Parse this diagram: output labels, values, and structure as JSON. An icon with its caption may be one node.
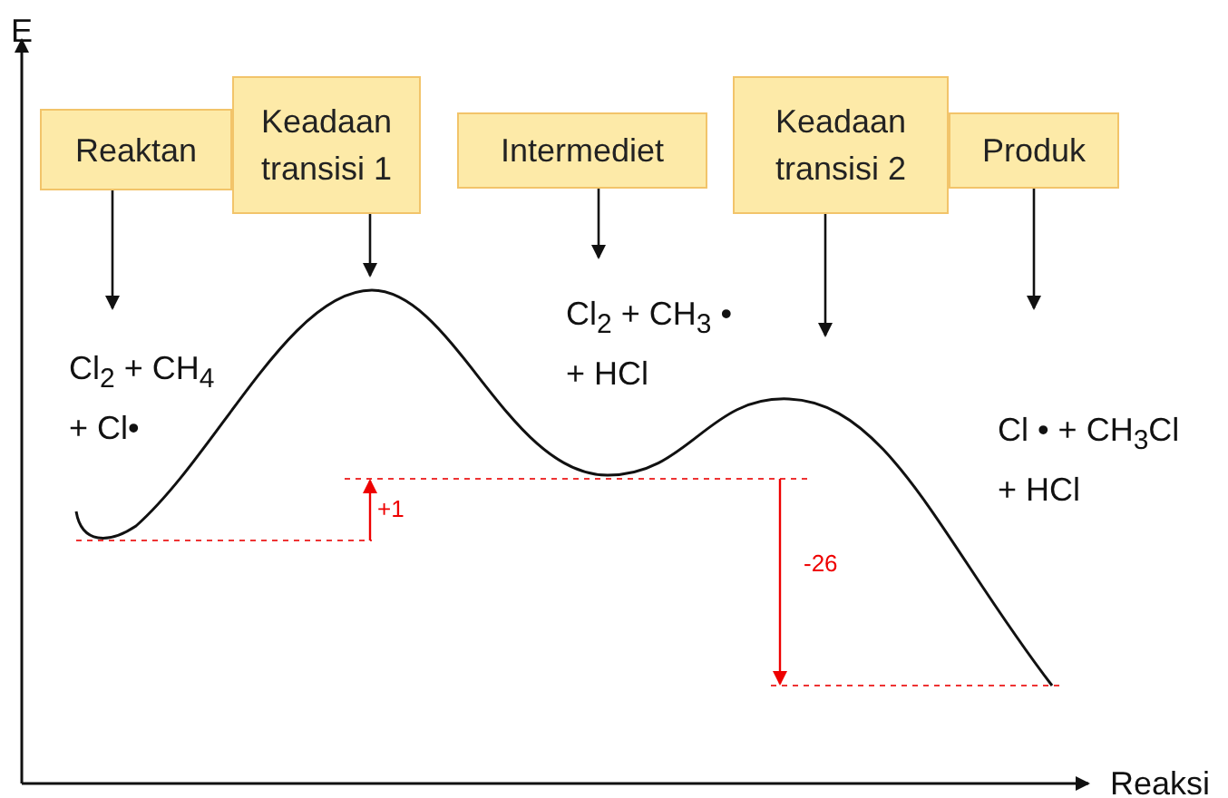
{
  "diagram": {
    "nodes": [
      {
        "text": [
          "Reaktan"
        ]
      },
      {
        "text": [
          "Keadaan transisi 1"
        ]
      },
      {
        "text": [
          "Intermediet"
        ]
      },
      {
        "text": [
          "Keadaan transisi 2"
        ]
      },
      {
        "text": [
          "Produk"
        ]
      }
    ],
    "edges": [
      {
        "from": 0,
        "to": null,
        "arrow": "to"
      },
      {
        "from": 1,
        "to": null,
        "arrow": "to"
      },
      {
        "from": 2,
        "to": null,
        "arrow": "to"
      },
      {
        "from": 3,
        "to": null,
        "arrow": "to"
      },
      {
        "from": 4,
        "to": null,
        "arrow": "to"
      }
    ],
    "labels": [
      "E",
      "Cl$_{2}$ + CH$_{4}$ + Cl•",
      "Cl$_{2}$ + CH$_{3}$ • + HCl",
      "Cl • + CH$_{3}$Cl + HCl",
      "+1",
      "-26",
      "Reaksi"
    ]
  }
}
